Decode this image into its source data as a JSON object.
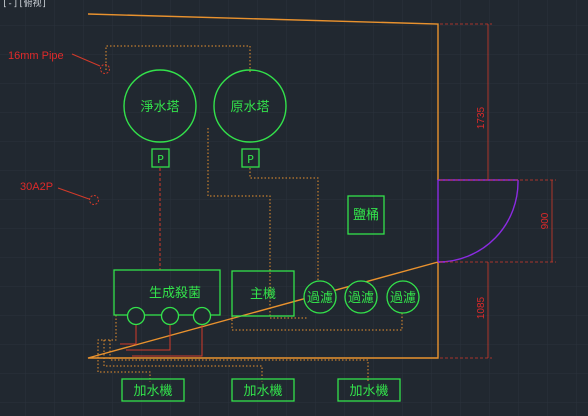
{
  "viewport_label": "[-][俯视]",
  "colors": {
    "background": "#212830",
    "grid": "#2a323c",
    "room_outline": "#e9922e",
    "equipment": "#33e24b",
    "pipe_dotted": "#e9922e",
    "pipe_red": "#d23a2a",
    "dimension": "#e02a2a",
    "door": "#8b2be2"
  },
  "callouts": {
    "pipe_16mm": "16mm Pipe",
    "pump_30a2p": "30A2P"
  },
  "tanks": {
    "pure_water_tower": "淨水塔",
    "raw_water_tower": "原水塔"
  },
  "pumps": {
    "pure_pump_label": "P",
    "raw_pump_label": "P"
  },
  "equipment": {
    "salt_tank": "鹽桶",
    "sterilizer": "生成殺菌",
    "main_unit": "主機",
    "filters": [
      "過濾",
      "過濾",
      "過濾"
    ]
  },
  "water_dispensers": [
    "加水機",
    "加水機",
    "加水機"
  ],
  "dimensions": {
    "top_span": "1735",
    "door_width": "900",
    "bottom_span": "1085"
  }
}
